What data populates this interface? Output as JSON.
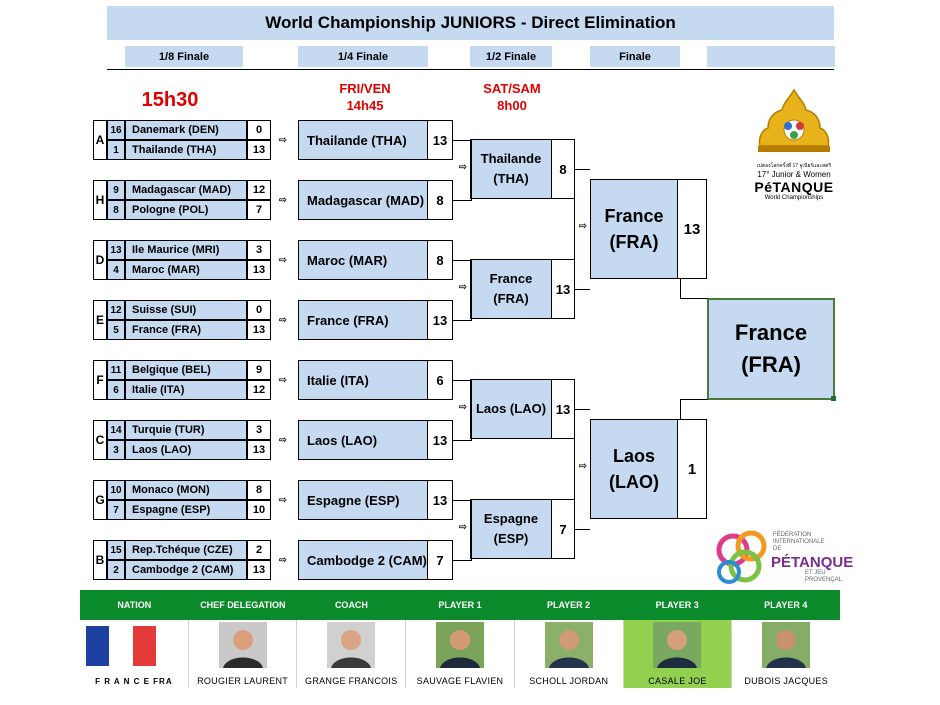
{
  "title": "World Championship  JUNIORS - Direct Elimination",
  "headers": [
    "1/8 Finale",
    "1/4 Finale",
    "1/2 Finale",
    "Finale"
  ],
  "times": {
    "r16": "15h30",
    "qf_day": "FRI/VEN",
    "qf_time": "14h45",
    "sf_day": "SAT/SAM",
    "sf_time": "8h00"
  },
  "r16": [
    {
      "group": "A",
      "t1": {
        "seed": "16",
        "name": "Danemark (DEN)",
        "score": "0"
      },
      "t2": {
        "seed": "1",
        "name": "Thailande (THA)",
        "score": "13"
      }
    },
    {
      "group": "H",
      "t1": {
        "seed": "9",
        "name": "Madagascar (MAD)",
        "score": "12"
      },
      "t2": {
        "seed": "8",
        "name": "Pologne (POL)",
        "score": "7"
      }
    },
    {
      "group": "D",
      "t1": {
        "seed": "13",
        "name": "Ile Maurice (MRI)",
        "score": "3"
      },
      "t2": {
        "seed": "4",
        "name": "Maroc (MAR)",
        "score": "13"
      }
    },
    {
      "group": "E",
      "t1": {
        "seed": "12",
        "name": "Suisse (SUI)",
        "score": "0"
      },
      "t2": {
        "seed": "5",
        "name": "France (FRA)",
        "score": "13"
      }
    },
    {
      "group": "F",
      "t1": {
        "seed": "11",
        "name": "Belgique (BEL)",
        "score": "9"
      },
      "t2": {
        "seed": "6",
        "name": "Italie (ITA)",
        "score": "12"
      }
    },
    {
      "group": "C",
      "t1": {
        "seed": "14",
        "name": "Turquie (TUR)",
        "score": "3"
      },
      "t2": {
        "seed": "3",
        "name": "Laos (LAO)",
        "score": "13"
      }
    },
    {
      "group": "G",
      "t1": {
        "seed": "10",
        "name": "Monaco (MON)",
        "score": "8"
      },
      "t2": {
        "seed": "7",
        "name": "Espagne (ESP)",
        "score": "10"
      }
    },
    {
      "group": "B",
      "t1": {
        "seed": "15",
        "name": "Rep.Tchéque (CZE)",
        "score": "2"
      },
      "t2": {
        "seed": "2",
        "name": "Cambodge 2 (CAM)",
        "score": "13"
      }
    }
  ],
  "qf": [
    {
      "name": "Thailande (THA)",
      "score": "13"
    },
    {
      "name": "Madagascar (MAD)",
      "score": "8"
    },
    {
      "name": "Maroc (MAR)",
      "score": "8"
    },
    {
      "name": "France (FRA)",
      "score": "13"
    },
    {
      "name": "Italie (ITA)",
      "score": "6"
    },
    {
      "name": "Laos (LAO)",
      "score": "13"
    },
    {
      "name": "Espagne (ESP)",
      "score": "13"
    },
    {
      "name": "Cambodge 2 (CAM)",
      "score": "7"
    }
  ],
  "sf": [
    {
      "line1": "Thailande",
      "line2": "(THA)",
      "score": "8"
    },
    {
      "line1": "France",
      "line2": "(FRA)",
      "score": "13"
    },
    {
      "line1": "Laos (LAO)",
      "line2": "",
      "score": "13"
    },
    {
      "line1": "Espagne",
      "line2": "(ESP)",
      "score": "7"
    }
  ],
  "final": [
    {
      "line1": "France",
      "line2": "(FRA)",
      "score": "13"
    },
    {
      "line1": "Laos",
      "line2": "(LAO)",
      "score": "1"
    }
  ],
  "winner": {
    "line1": "France",
    "line2": "(FRA)"
  },
  "logo1": {
    "line1": "เปตองโลกครั้งที่ 17 จูเนียร์และสตรี",
    "line2": "17° Junior & Women",
    "line3": "PéTANQUE",
    "line4": "World Championships"
  },
  "logo2": {
    "line1": "FÉDÉRATION",
    "line2": "INTERNATIONALE",
    "line3": "DE",
    "line4": "PÉTANQUE",
    "line5": "ET JEU",
    "line6": "PROVENÇAL"
  },
  "team": {
    "headers": [
      "NATION",
      "CHEF DELEGATION",
      "COACH",
      "PLAYER 1",
      "PLAYER 2",
      "PLAYER 3",
      "PLAYER 4"
    ],
    "captions": [
      "F R A N C E   FRA",
      "ROUGIER LAURENT",
      "GRANGE FRANCOIS",
      "SAUVAGE FLAVIEN",
      "SCHOLL JORDAN",
      "CASALE JOE",
      "DUBOIS JACQUES"
    ]
  },
  "colors": {
    "cell_blue": "#c5d9f1",
    "green_bar": "#0a8a2a",
    "highlight": "#92d050",
    "time_red": "#e00000"
  }
}
